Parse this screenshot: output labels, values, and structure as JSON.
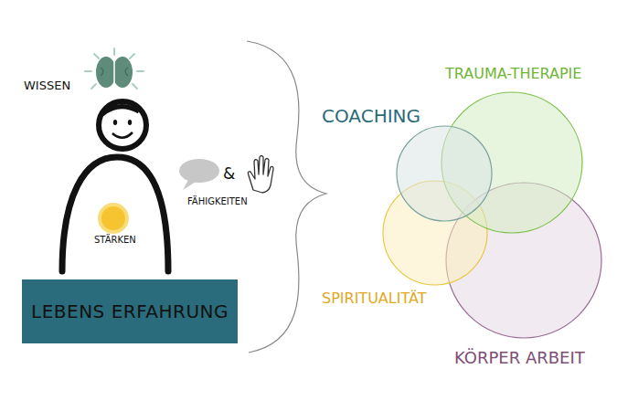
{
  "diagram": {
    "nodes": [
      {
        "text": [
          "LEBENS ERFAHRUNG"
        ]
      },
      {
        "text": [
          "COACHING"
        ]
      },
      {
        "text": [
          "TRAUMA-THERAPIE"
        ]
      },
      {
        "text": [
          "SPIRITUALITÄT"
        ]
      },
      {
        "text": [
          "KÖRPER ARBEIT"
        ]
      }
    ],
    "labels": [
      "WISSEN",
      "STÄRKEN",
      "&",
      "FÄHIGKEITEN"
    ]
  }
}
